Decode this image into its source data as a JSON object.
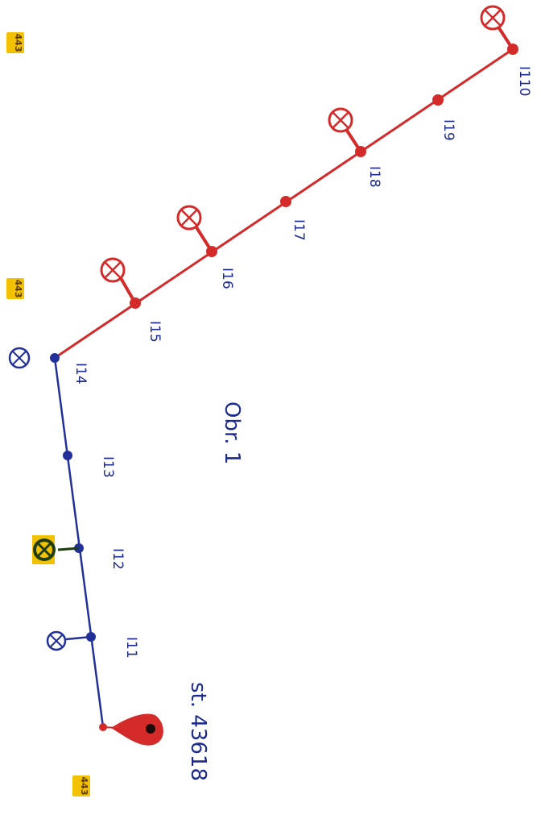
{
  "colors": {
    "blue": "#22309a",
    "red": "#d42a2a",
    "tag_yellow": "#f2c200",
    "dark_green": "#1f3d12",
    "label_ink": "#1b2a8c"
  },
  "tags": [
    "443",
    "443",
    "443"
  ],
  "pole_labels": {
    "i11": "I11",
    "i12": "I12",
    "i13": "I13",
    "i14": "I14",
    "i15": "I15",
    "i16": "I16",
    "i17": "I17",
    "i18": "I18",
    "i19": "I19",
    "i110": "I110"
  },
  "caption": "Obr. 1",
  "station": "st. 43618",
  "icons": {
    "lamp": "crossed-circle-lamp-icon",
    "marker": "map-pin-icon",
    "special_lamp": "yellow-crossed-lamp-icon"
  }
}
